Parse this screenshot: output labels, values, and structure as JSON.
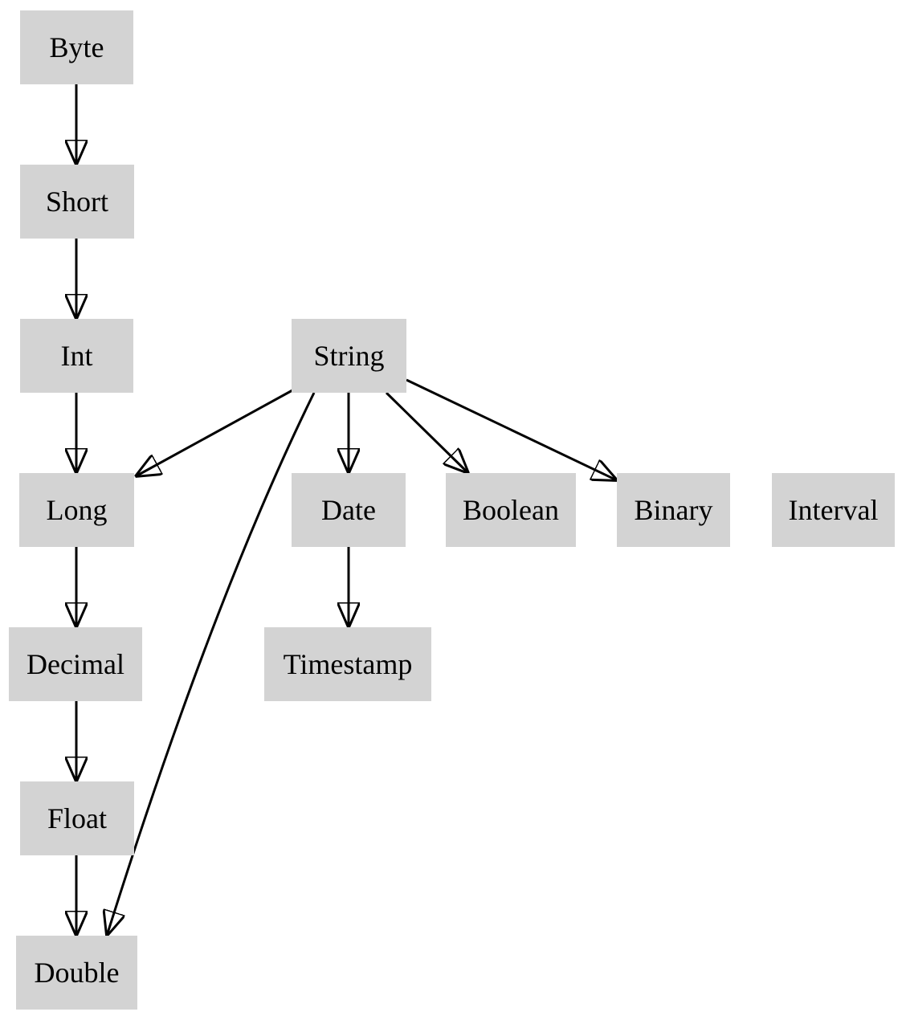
{
  "diagram": {
    "type": "directed-graph",
    "description": "Type promotion hierarchy diagram",
    "nodes": {
      "byte": {
        "label": "Byte"
      },
      "short": {
        "label": "Short"
      },
      "int": {
        "label": "Int"
      },
      "string": {
        "label": "String"
      },
      "long": {
        "label": "Long"
      },
      "date": {
        "label": "Date"
      },
      "boolean": {
        "label": "Boolean"
      },
      "binary": {
        "label": "Binary"
      },
      "interval": {
        "label": "Interval"
      },
      "decimal": {
        "label": "Decimal"
      },
      "timestamp": {
        "label": "Timestamp"
      },
      "float": {
        "label": "Float"
      },
      "double": {
        "label": "Double"
      }
    },
    "edges": [
      {
        "from": "Byte",
        "to": "Short"
      },
      {
        "from": "Short",
        "to": "Int"
      },
      {
        "from": "Int",
        "to": "Long"
      },
      {
        "from": "Long",
        "to": "Decimal"
      },
      {
        "from": "Decimal",
        "to": "Float"
      },
      {
        "from": "Float",
        "to": "Double"
      },
      {
        "from": "String",
        "to": "Long"
      },
      {
        "from": "String",
        "to": "Date"
      },
      {
        "from": "String",
        "to": "Boolean"
      },
      {
        "from": "String",
        "to": "Binary"
      },
      {
        "from": "String",
        "to": "Double"
      },
      {
        "from": "Date",
        "to": "Timestamp"
      }
    ],
    "colors": {
      "node_fill": "#d3d3d3",
      "edge": "#000000",
      "text": "#000000",
      "background": "#ffffff"
    }
  }
}
